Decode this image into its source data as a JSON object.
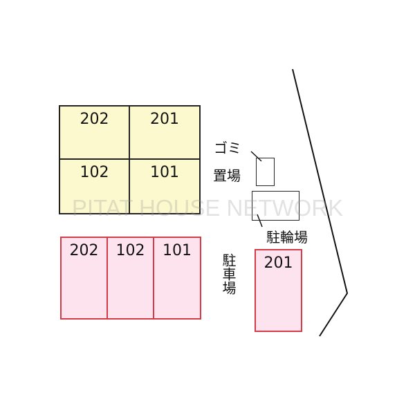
{
  "building": {
    "units": [
      "202",
      "201",
      "102",
      "101"
    ]
  },
  "parking_main": {
    "slots": [
      "202",
      "102",
      "101"
    ]
  },
  "parking_side": {
    "slots": [
      "201"
    ]
  },
  "labels": {
    "garbage_line1": "ゴミ",
    "garbage_line2": "置場",
    "bicycle": "駐輪場",
    "parking": "駐車場"
  },
  "watermark": "PITAT HOUSE NETWORK",
  "colors": {
    "building_fill": "#fdf9cf",
    "parking_fill": "#fde3ee",
    "parking_border": "#d43a48"
  }
}
